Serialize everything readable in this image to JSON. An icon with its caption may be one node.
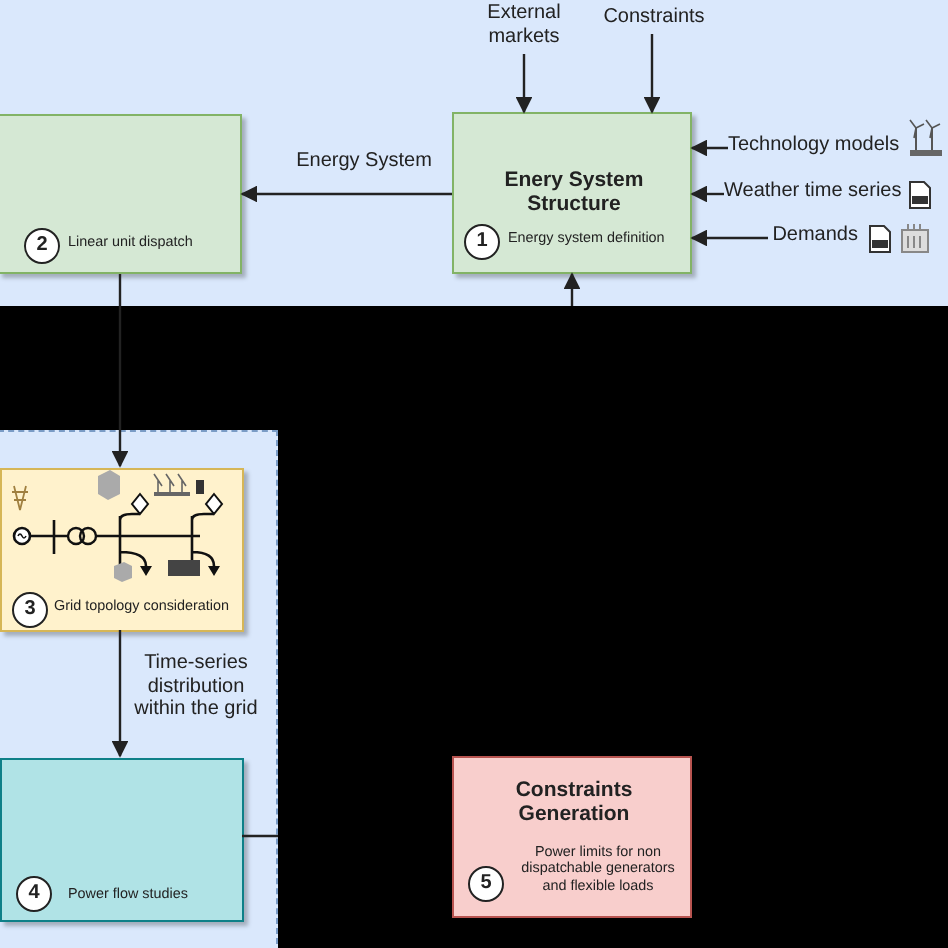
{
  "diagram": {
    "nodes": [
      {
        "text": [
          "External markets"
        ]
      },
      {
        "text": [
          "Constraints"
        ]
      },
      {
        "text": [
          "Enery System Structure",
          "1",
          "Energy system definition"
        ]
      },
      {
        "text": [
          "2",
          "Linear unit dispatch"
        ]
      },
      {
        "text": [
          "Technology models"
        ]
      },
      {
        "text": [
          "Weather time series"
        ]
      },
      {
        "text": [
          "Demands"
        ]
      },
      {
        "text": [],
        "shape": "box"
      },
      {
        "text": [
          "3",
          "Grid topology consideration"
        ],
        "in": 7
      },
      {
        "text": [
          "4",
          "Power flow studies"
        ],
        "in": 7
      },
      {
        "text": [
          "Constraints Generation",
          "5",
          "Power limits for non dispatchable generators and flexible loads"
        ]
      }
    ],
    "edges": [
      {
        "from": 0,
        "to": 2,
        "arrow": "to"
      },
      {
        "from": 1,
        "to": 2,
        "arrow": "to"
      },
      {
        "from": 2,
        "to": 3,
        "arrow": "to",
        "label": "Energy System"
      },
      {
        "from": 4,
        "to": 2,
        "arrow": "to"
      },
      {
        "from": 5,
        "to": 2,
        "arrow": "to"
      },
      {
        "from": 6,
        "to": 2,
        "arrow": "to"
      },
      {
        "from": 3,
        "to": 8,
        "arrow": "to"
      },
      {
        "from": 8,
        "to": 9,
        "arrow": "to",
        "label": "Time-series distribution within the grid"
      },
      {
        "from": 9,
        "to": null,
        "arrow": "none"
      },
      {
        "from": null,
        "to": 2,
        "arrow": "to"
      }
    ]
  }
}
